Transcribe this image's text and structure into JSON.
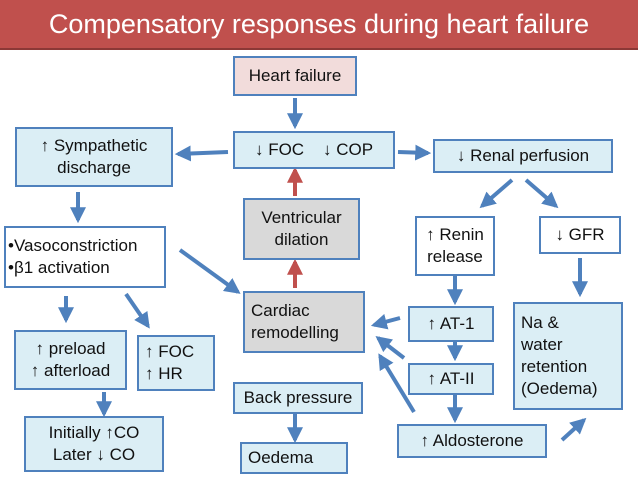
{
  "title": "Compensatory responses during heart failure",
  "nodes": {
    "heart_failure": "Heart failure",
    "foc_cop": "↓ FOC    ↓ COP",
    "renal_perfusion": "↓ Renal perfusion",
    "sympathetic": "↑ Sympathetic\ndischarge",
    "ventricular_dilation": "Ventricular\ndilation",
    "renin_release": "↑ Renin\nrelease",
    "gfr": "↓ GFR",
    "vasoconstriction": "•Vasoconstriction\n•β1 activation",
    "cardiac_remodelling": "Cardiac\nremodelling",
    "at1": "↑ AT-1",
    "na_water": "Na  &\nwater\nretention\n(Oedema)",
    "preload_afterload": "↑ preload\n↑ afterload",
    "foc_hr": "↑ FOC\n↑ HR",
    "at2": "↑ AT-II",
    "back_pressure": "Back pressure",
    "initially_co": "Initially ↑CO\nLater ↓ CO",
    "aldosterone": "↑  Aldosterone",
    "oedema": "Oedema"
  },
  "colors": {
    "title_bg": "#c0504d",
    "box_border": "#4f81bd",
    "box_fill": "#dbeef5",
    "arrow_blue": "#4f81bd",
    "arrow_red": "#c0504d"
  }
}
